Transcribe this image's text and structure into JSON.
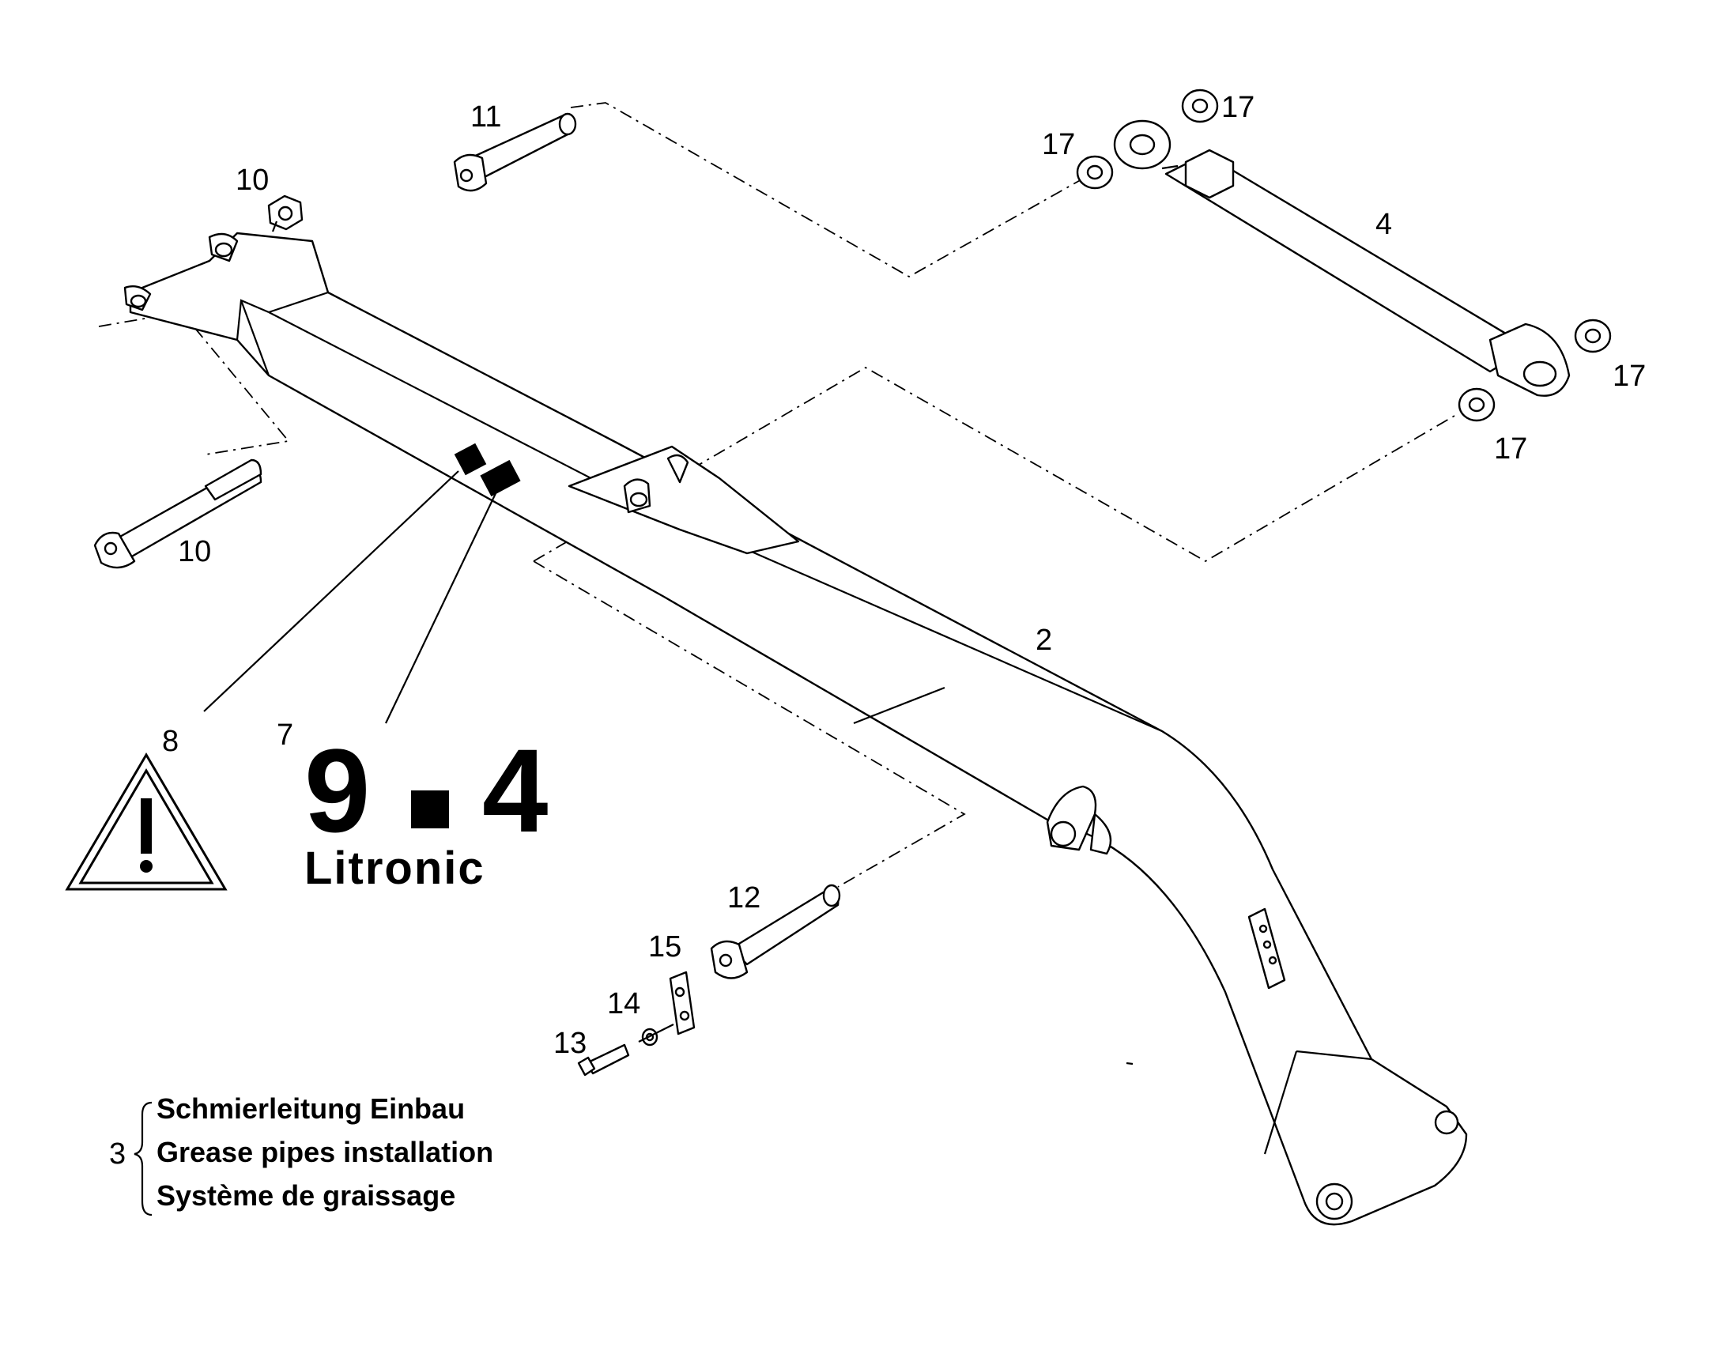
{
  "callouts": {
    "c2": "2",
    "c3": "3",
    "c4": "4",
    "c7": "7",
    "c8": "8",
    "c10a": "10",
    "c10b": "10",
    "c11": "11",
    "c12": "12",
    "c13": "13",
    "c14": "14",
    "c15": "15",
    "c17a": "17",
    "c17b": "17",
    "c17c": "17",
    "c17d": "17"
  },
  "legend": {
    "line1": "Schmierleitung Einbau",
    "line2": "Grease pipes installation",
    "line3": "Système de graissage"
  },
  "logo": {
    "model_left": "9",
    "model_right": "4",
    "brand": "Litronic"
  }
}
